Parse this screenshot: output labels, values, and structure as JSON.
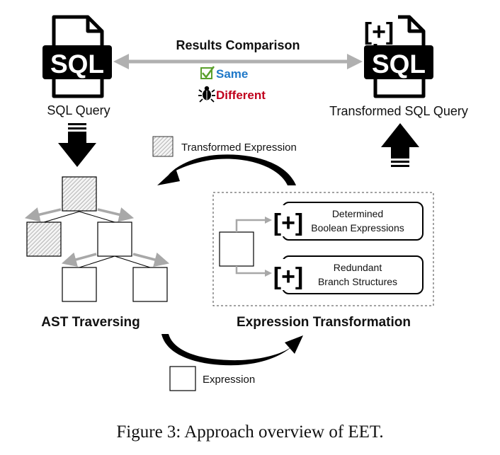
{
  "diagram": {
    "results_comparison": "Results Comparison",
    "legend": {
      "same": "Same",
      "different": "Different",
      "same_color": "#1f78c8",
      "different_color": "#c0001c",
      "check_color": "#5aa02c"
    },
    "sql_query": {
      "icon_text": "SQL",
      "label": "SQL Query"
    },
    "transformed_sql_query": {
      "icon_text": "SQL",
      "badge": "[+]",
      "label": "Transformed SQL Query"
    },
    "transformed_expression": "Transformed Expression",
    "expression": "Expression",
    "ast_traversing": "AST Traversing",
    "expression_transformation": "Expression Transformation",
    "rules": [
      {
        "icon": "[+]",
        "line1": "Determined",
        "line2": "Boolean Expressions"
      },
      {
        "icon": "[+]",
        "line1": "Redundant",
        "line2": "Branch Structures"
      }
    ],
    "caption": "Figure 3: Approach overview of EET."
  }
}
